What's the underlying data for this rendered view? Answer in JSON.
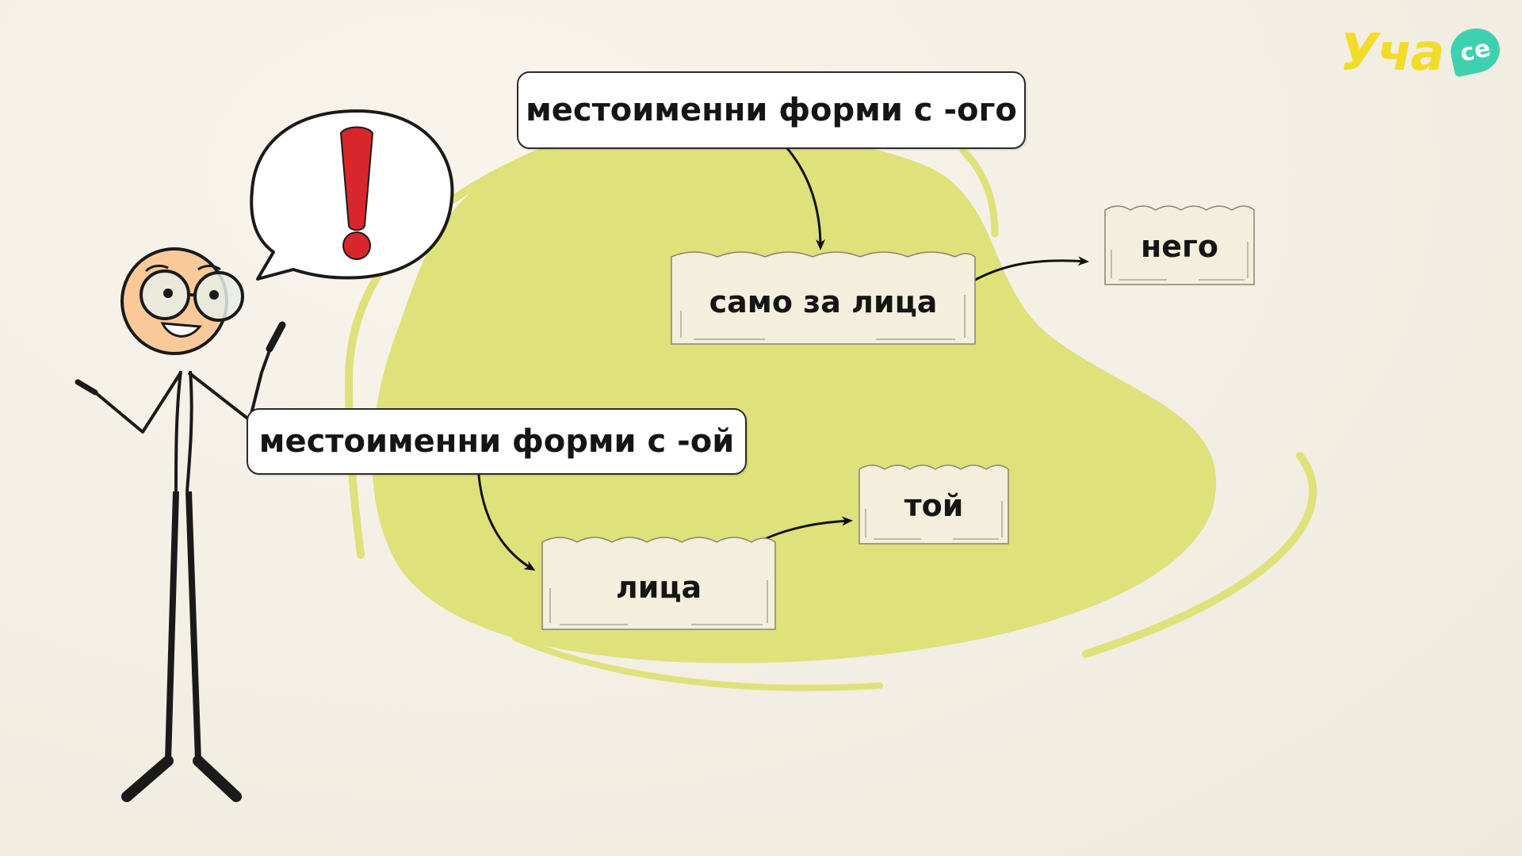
{
  "labels": {
    "forms_ogo": "местоименни форми с -ого",
    "forms_oi": "местоименни форми с -ой",
    "only_persons": "само за лица",
    "nego": "него",
    "persons": "лица",
    "toi": "той"
  },
  "exclamation": "!",
  "logo": {
    "text": "Уча",
    "badge": "се"
  },
  "colors": {
    "background": "#f5f0e6",
    "blob": "#dfe17a",
    "note": "#f4efdc",
    "exclamation": "#d9262c",
    "logo_yellow": "#f2dc2a",
    "logo_teal": "#3ed1b0"
  },
  "icons": [
    "stick-figure-teacher-icon",
    "speech-bubble-icon",
    "exclamation-icon",
    "arrow-icon"
  ]
}
